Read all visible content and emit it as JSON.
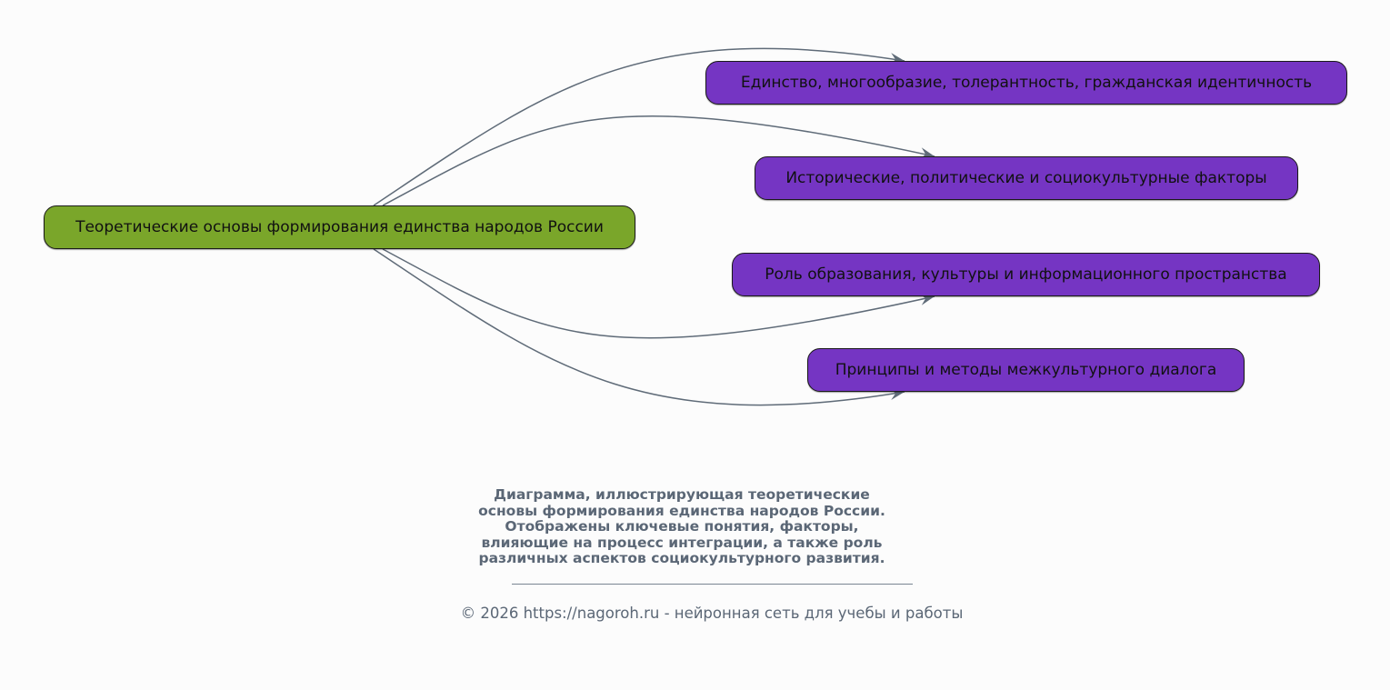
{
  "diagram": {
    "root": {
      "label": "Теоретические основы формирования единства народов России",
      "color": "#7aa62a"
    },
    "children": [
      {
        "label": "Единство, многообразие, толерантность, гражданская идентичность",
        "color": "#7535c3"
      },
      {
        "label": "Исторические, политические и социокультурные факторы",
        "color": "#7535c3"
      },
      {
        "label": "Роль образования, культуры и информационного пространства",
        "color": "#7535c3"
      },
      {
        "label": "Принципы и методы межкультурного диалога",
        "color": "#7535c3"
      }
    ],
    "edges": [
      {
        "from": "root",
        "to": 0
      },
      {
        "from": "root",
        "to": 1
      },
      {
        "from": "root",
        "to": 2
      },
      {
        "from": "root",
        "to": 3
      }
    ],
    "edge_color": "#5f6b78"
  },
  "caption": {
    "lines": [
      "Диаграмма, иллюстрирующая теоретические",
      "основы формирования единства народов России.",
      "Отображены ключевые понятия, факторы,",
      "влияющие на процесс интеграции, а также роль",
      "различных аспектов социокультурного развития."
    ]
  },
  "footer": {
    "text": "© 2026 https://nagoroh.ru - нейронная сеть для учебы и работы"
  }
}
